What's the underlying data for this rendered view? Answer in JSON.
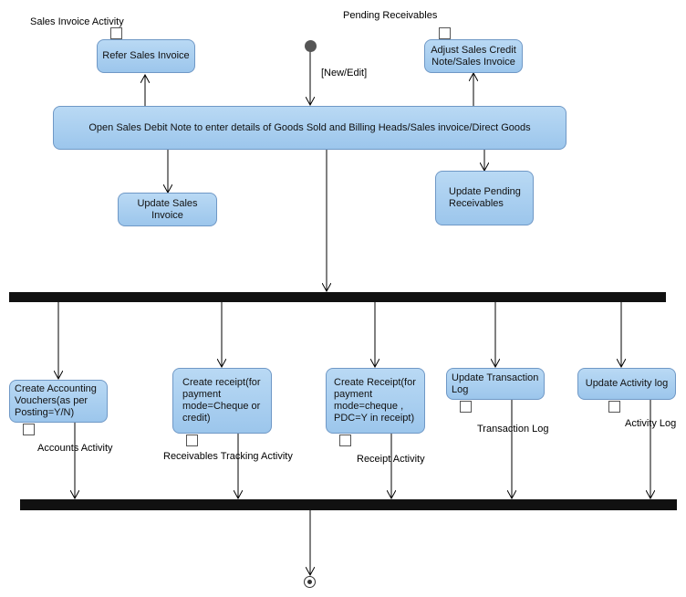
{
  "guard": "[New/Edit]",
  "nodes": {
    "refer_sales_invoice": "Refer Sales Invoice",
    "adjust_credit_note": "Adjust Sales Credit Note/Sales Invoice",
    "open_debit_note": "Open Sales Debit Note to enter details of Goods Sold and Billing Heads/Sales invoice/Direct Goods",
    "update_sales_invoice": "Update Sales Invoice",
    "update_pending_receivables": "Update Pending Receivables",
    "create_accounting_vouchers": "Create Accounting Vouchers(as per Posting=Y/N)",
    "create_receipt_credit": "Create receipt(for payment mode=Cheque or credit)",
    "create_receipt_pdc": "Create Receipt(for payment mode=cheque , PDC=Y in receipt)",
    "update_transaction_log": "Update Transaction Log",
    "update_activity_log": "Update Activity log"
  },
  "objects": {
    "sales_invoice_activity": "Sales Invoice Activity",
    "pending_receivables": "Pending Receivables",
    "accounts_activity": "Accounts Activity",
    "receivables_tracking_activity": "Receivables Tracking Activity",
    "receipt_activity": "Receipt Activity",
    "transaction_log": "Transaction Log",
    "activity_log": "Activity Log"
  }
}
